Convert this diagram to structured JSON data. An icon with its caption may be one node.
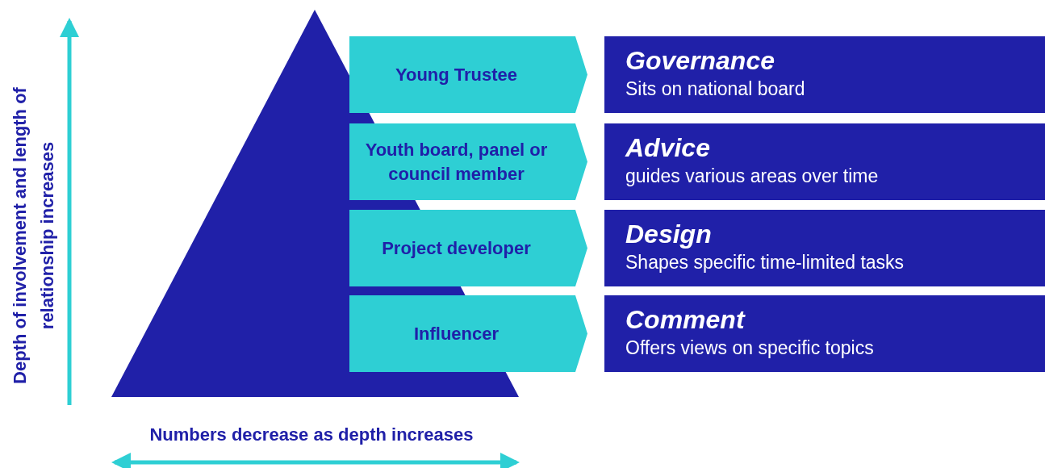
{
  "diagram": {
    "nodes": [
      {
        "text": [
          "Young Trustee"
        ]
      },
      {
        "text": [
          "Governance",
          "Sits on national board"
        ]
      },
      {
        "text": [
          "Youth board, panel or council member"
        ]
      },
      {
        "text": [
          "Advice",
          "guides various areas over time"
        ]
      },
      {
        "text": [
          "Project developer"
        ]
      },
      {
        "text": [
          "Design",
          "Shapes specific time-limited tasks"
        ]
      },
      {
        "text": [
          "Influencer"
        ]
      },
      {
        "text": [
          "Comment",
          "Offers views on specific topics"
        ]
      }
    ],
    "edges": [],
    "labels": [
      "Depth of involvement and length of relationship increases",
      "Numbers decrease as depth increases"
    ]
  }
}
